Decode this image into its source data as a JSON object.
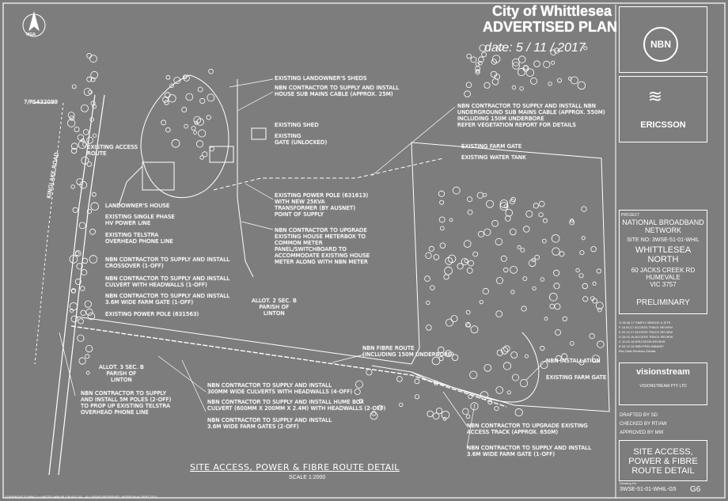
{
  "stamp": {
    "council": "City of Whittlesea",
    "heading": "ADVERTISED PLAN",
    "date_label": "date:",
    "date_value": "5 / 11 / 2017"
  },
  "north_arrow": {
    "label": "MGA"
  },
  "labels": {
    "landowner_sheds": "EXISTING LANDOWNER'S SHEDS",
    "nbn_sub_mains": "NBN CONTRACTOR TO SUPPLY AND INSTALL\nHOUSE SUB MAINS CABLE (APPROX. 25m)",
    "underground_mains": "NBN CONTRACTOR TO SUPPLY AND INSTALL NBN\nUNDERGROUND SUB MAINS CABLE (APPROX. 550m)\nINCLUDING 150m UNDERBORE\nREFER VEGETATION REPORT FOR DETAILS",
    "existing_shed": "EXISTING SHED",
    "existing_gate": "EXISTING\nGATE (UNLOCKED)",
    "existing_farm_gate_top": "EXISTING FARM GATE",
    "existing_water_tank": "EXISTING WATER TANK",
    "existing_access": "EXISTING ACCESS\nROUTE",
    "power_pole": "EXISTING POWER POLE (631613)\nWITH NEW 25kVA\nTRANSFORMER (BY AUSNET)\nPOINT OF SUPPLY",
    "landowners_house": "LANDOWNER'S HOUSE",
    "single_phase": "EXISTING SINGLE PHASE\nHV POWER LINE",
    "upgrade_meter": "NBN CONTRACTOR TO UPGRADE\nEXISTING HOUSE METERBOX TO\nCOMMON METER\nPANEL/SWITCHBOARD TO\nACCOMMODATE EXISTING HOUSE\nMETER ALONG WITH NBN METER",
    "telstra_line": "EXISTING TELSTRA\nOVERHEAD PHONE LINE",
    "crossover": "NBN CONTRACTOR TO SUPPLY AND INSTALL\nCROSSOVER (1-OFF)",
    "culvert": "NBN CONTRACTOR TO SUPPLY AND INSTALL\nCULVERT WITH HEADWALLS (1-OFF)",
    "wide_farm_gate_left": "NBN CONTRACTOR TO SUPPLY AND INSTALL\n3.6m WIDE FARM GATE (1-OFF)",
    "power_pole_2": "EXISTING POWER POLE (631563)",
    "allot_center": "ALLOT. 2 SEC. B\nPARISH OF\nLINTON",
    "allot_left": "ALLOT. 3 SEC. B\nPARISH OF\nLINTON",
    "fibre_route": "NBN FIBRE ROUTE\n(INCLUDING 150m UNDERBORE)",
    "installation": "NBN INSTALLATION",
    "existing_farm_gate_right": "EXISTING FARM GATE",
    "poles": "NBN CONTRACTOR TO SUPPLY\nAND INSTALL 5m POLES (2-OFF)\nTO PROP UP EXISTING TELSTRA\nOVERHEAD PHONE LINE",
    "culverts_300": "NBN CONTRACTOR TO SUPPLY AND INSTALL\n300mm WIDE CULVERTS WITH HEADWALLS (4-OFF)",
    "box_culvert": "NBN CONTRACTOR TO SUPPLY AND INSTALL HUME BOX\nCULVERT (600mm x 200mm x 2.4m) WITH HEADWALLS (2-OFF)",
    "farm_gates_2": "NBN CONTRACTOR TO SUPPLY AND INSTALL\n3.6m WIDE FARM GATES (2-OFF)",
    "upgrade_track": "NBN CONTRACTOR TO UPGRADE EXISTING\nACCESS TRACK (APPROX. 650m)",
    "farm_gate_right_install": "NBN CONTRACTOR TO SUPPLY AND INSTALL\n3.6m WIDE FARM GATE (1-OFF)",
    "road_name": "KINGLAKE ROAD",
    "map_ref": "7/PS432099"
  },
  "title_block": {
    "nbn_logo": "nbn",
    "ericsson": "ERICSSON",
    "project_label": "Project",
    "project_name": "NATIONAL BROADBAND\nNETWORK",
    "site_no": "SITE No: 3WSE-51-01-WHIL",
    "site_name": "WHITTLESEA\nNORTH",
    "address": "60 JACKS CREEK RD\nHUMEVALE\nVIC 3757",
    "status": "PRELIMINARY",
    "revisions": [
      "G 06.06.17 SIMPLY BRIDGE & SITE",
      "F 16.03.17 ACCESS TRACK REVIEW",
      "E 22.02.17 ACCESS TRACK REVIEW",
      "D 28.02.16 ACCESS TRACK REVIEW",
      "C 10.02.16 ERICSSON REVIEW",
      "B 03.12.15 NBN PRELIMINARY",
      "Rev Date Revision Details"
    ],
    "contractor": "visionstream",
    "contractor_name": "VISIONSTREAM PTY LTD",
    "drafted_by_label": "DRAFTED BY",
    "drafted_by": "SD",
    "checked_label": "CHECKED BY",
    "checked": "RT/AW",
    "approved_label": "APPROVED BY",
    "approved": "MW",
    "drawing_title": "SITE ACCESS,\nPOWER & FIBRE\nROUTE DETAIL",
    "drawing_no_label": "Drawing No.",
    "drawing_no": "3WSE-51-01-WHIL-G5",
    "revision": "G6"
  },
  "footer": {
    "title": "SITE ACCESS, POWER & FIBRE ROUTE DETAIL",
    "scale": "SCALE 1:2000",
    "copyright": "COPYRIGHT © NBN Co LIMITED ABN 86 136 533 741 - ALL RIGHT RESERVED. VERSION #1 SEPT 2010"
  },
  "colors": {
    "background": "#7d7d7d",
    "ink": "#ffffff"
  }
}
